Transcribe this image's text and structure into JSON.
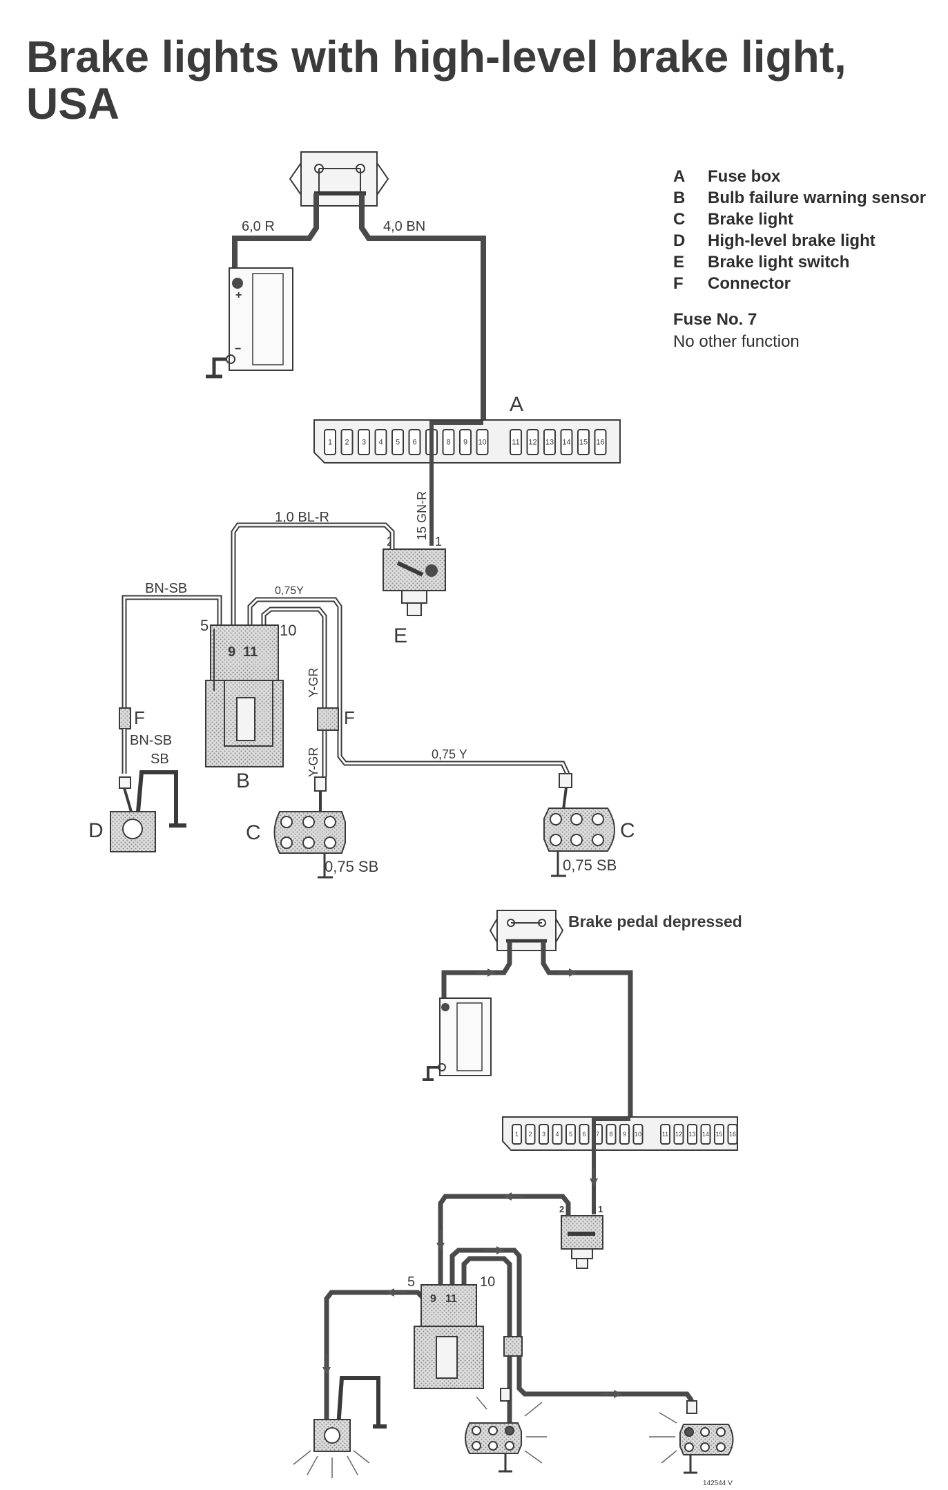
{
  "title": "Brake lights with high-level brake light, USA",
  "legend": [
    {
      "key": "A",
      "label": "Fuse box"
    },
    {
      "key": "B",
      "label": "Bulb failure warning sensor"
    },
    {
      "key": "C",
      "label": "Brake light"
    },
    {
      "key": "D",
      "label": "High-level brake light"
    },
    {
      "key": "E",
      "label": "Brake light switch"
    },
    {
      "key": "F",
      "label": "Connector"
    }
  ],
  "fuse_note": {
    "title": "Fuse No. 7",
    "text": "No other function"
  },
  "state_caption": "Brake pedal depressed",
  "wires": {
    "w60r": "6,0 R",
    "w40bn": "4,0  BN",
    "w10blr": "1,0 BL-R",
    "w15gnr": "15 GN-R",
    "wbnsb": "BN-SB",
    "w075y": "0,75Y",
    "wygr": "Y-GR",
    "wygr2": "Y-GR",
    "w075y2": "0,75 Y",
    "wbnsb2": "BN-SB",
    "wsb": "SB",
    "w075sb_a": "0,75 SB",
    "w075sb_b": "0,75 SB"
  },
  "component_labels": {
    "A": "A",
    "B": "B",
    "C1": "C",
    "C2": "C",
    "D": "D",
    "E": "E",
    "F1": "F",
    "F2": "F"
  },
  "pins": {
    "p2": "2",
    "p1": "1",
    "p5": "5",
    "p9": "9",
    "p11": "11",
    "p10": "10",
    "q2": "2",
    "q1": "1",
    "q5": "5",
    "q9": "9",
    "q11": "11",
    "q10": "10"
  },
  "fuse_numbers": [
    "1",
    "2",
    "3",
    "4",
    "5",
    "6",
    "7",
    "8",
    "9",
    "10",
    "11",
    "12",
    "13",
    "14",
    "15",
    "16"
  ],
  "figure_code": "142544 V",
  "colors": {
    "ink": "#3a3a3a",
    "wire": "#4a4a4a",
    "stipple": "#bdbdbd"
  }
}
